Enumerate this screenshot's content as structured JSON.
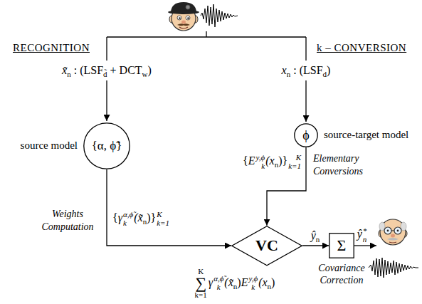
{
  "diagram": {
    "nodes": [
      {
        "text": [
          "source model",
          "{α, ϕ̃}"
        ]
      },
      {
        "text": [
          "ϕ",
          "source-target model"
        ]
      },
      {
        "text": [
          "VC"
        ]
      },
      {
        "text": [
          "Σ",
          "Covariance Correction"
        ]
      }
    ],
    "edges": [
      {
        "from": 0,
        "to": 2,
        "arrow": "to"
      },
      {
        "from": 1,
        "to": 2,
        "arrow": "to"
      },
      {
        "from": 2,
        "to": 3,
        "arrow": "to"
      }
    ],
    "labels": [
      "RECOGNITION",
      "k – CONVERSION",
      "x̃",
      "n",
      " : (LSF",
      "d̃",
      " + DCT",
      "w",
      ")",
      "x",
      "n",
      " : (LSF",
      "d",
      ")",
      "{",
      "E",
      "y,ϕ",
      "k",
      "(x",
      "n",
      ")}",
      "K",
      "k=1",
      "Elementary Conversions",
      "Weights Computation",
      "{",
      "γ",
      "α,ϕ̃",
      "k",
      "(x̃",
      "n",
      ")}",
      "K",
      "k=1",
      "ŷ",
      "n",
      "ŷ",
      "*",
      "n",
      "K",
      "∑",
      "k=1",
      "γ",
      "α,ϕ̃",
      "k",
      "(x̃",
      "n",
      ")",
      "E",
      "y,ϕ",
      "k",
      "(x",
      "n",
      ")"
    ]
  }
}
